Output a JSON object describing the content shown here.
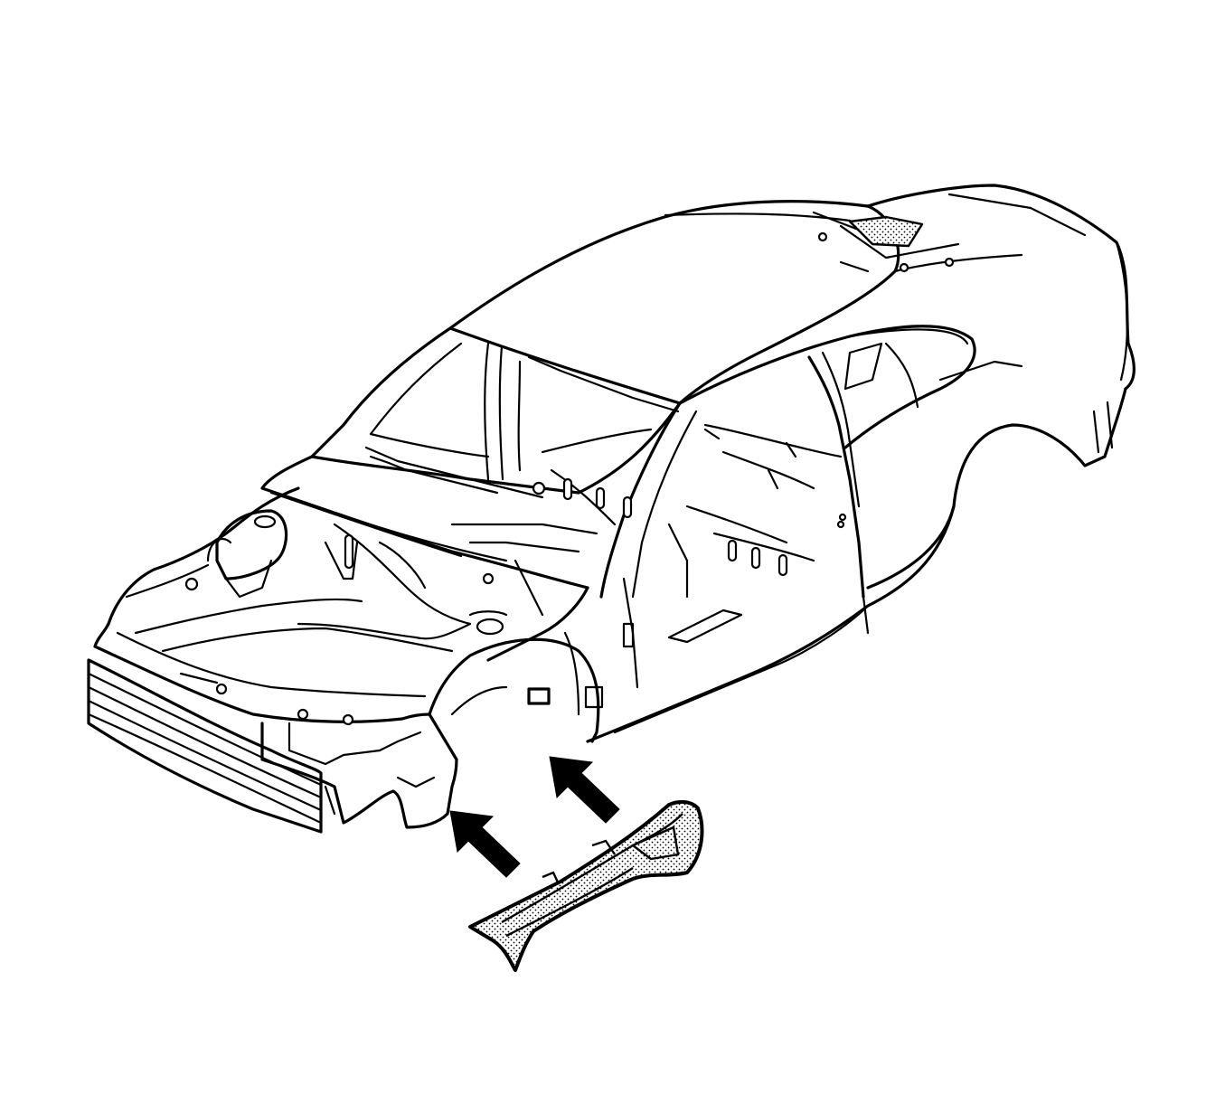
{
  "diagram": {
    "elements": [
      {
        "name": "car-body-shell",
        "icon": "car-body-wireframe"
      },
      {
        "name": "replacement-panel",
        "icon": "stippled-panel"
      },
      {
        "name": "arrow-left",
        "icon": "arrow-up-left"
      },
      {
        "name": "arrow-right",
        "icon": "arrow-up-left"
      }
    ],
    "colors": {
      "ink": "#000000",
      "paper": "#ffffff"
    }
  }
}
